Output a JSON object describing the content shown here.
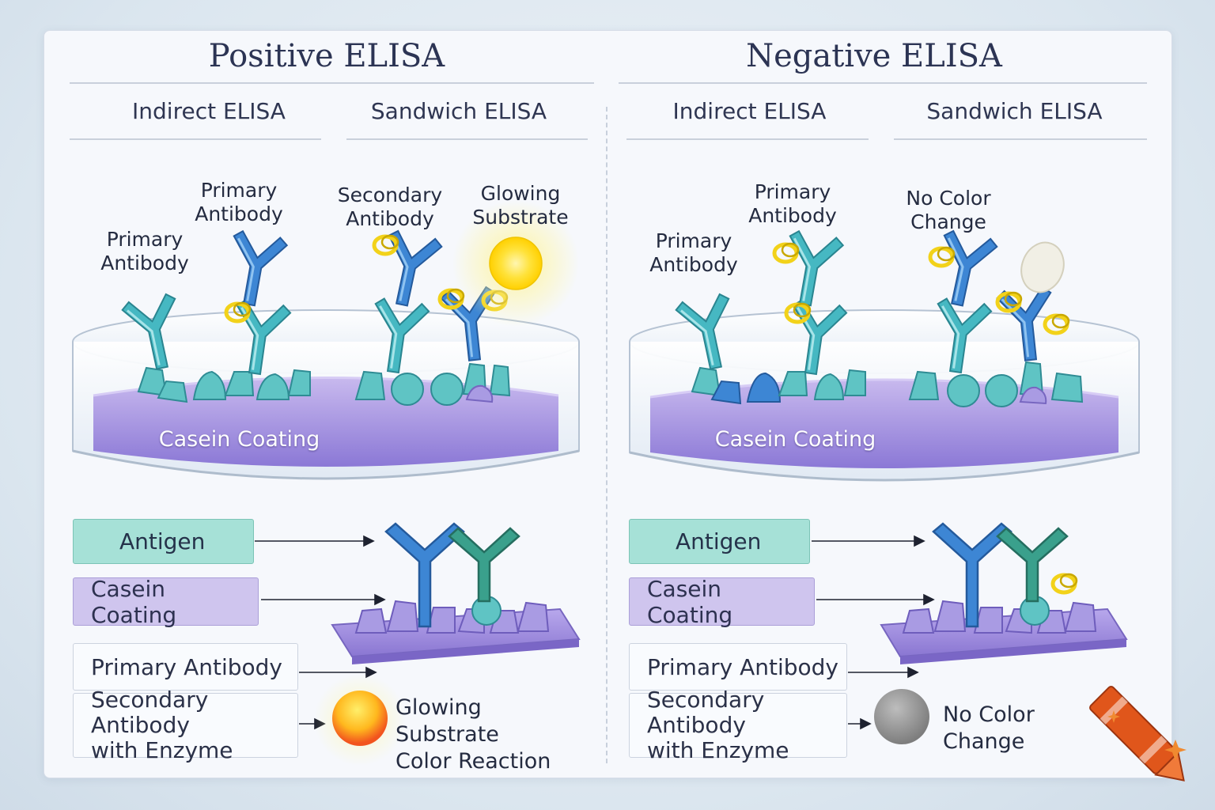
{
  "positive": {
    "title": "Positive ELISA",
    "indirect": "Indirect ELISA",
    "sandwich": "Sandwich ELISA",
    "label_primary_1": "Primary Antibody",
    "label_primary_2": "Primary Antibody",
    "label_secondary": "Secondary Antibody",
    "label_glow": "Glowing Substrate",
    "dish": "Casein Coating",
    "legend_antigen": "Antigen",
    "legend_casein": "Casein Coating",
    "legend_primary": "Primary Antibody",
    "legend_secondary_l1": "Secondary Antibody",
    "legend_secondary_l2": "with Enzyme",
    "result_l1": "Glowing Substrate",
    "result_l2": "Color Reaction"
  },
  "negative": {
    "title": "Negative ELISA",
    "indirect": "Indirect ELISA",
    "sandwich": "Sandwich ELISA",
    "label_primary_1": "Primary Antibody",
    "label_primary_2": "Primary Antibody",
    "label_nocolor": "No Color Change",
    "dish": "Casein Coating",
    "legend_antigen": "Antigen",
    "legend_casein": "Casein Coating",
    "legend_primary": "Primary Antibody",
    "legend_secondary_l1": "Secondary Antibody",
    "legend_secondary_l2": "with Enzyme",
    "result": "No Color Change"
  },
  "colors": {
    "antibody_blue": "#3d86d4",
    "antibody_teal": "#46b8c2",
    "casein_purple": "#9d8ee0",
    "enzyme_yellow": "#f2d21a",
    "glow": "#ffe35a",
    "no_color_gray": "#9a9a9a",
    "crayon_orange": "#e0561b"
  },
  "icons": [
    "glow-sun-icon",
    "gray-dot-icon",
    "crayon-logo-icon"
  ]
}
